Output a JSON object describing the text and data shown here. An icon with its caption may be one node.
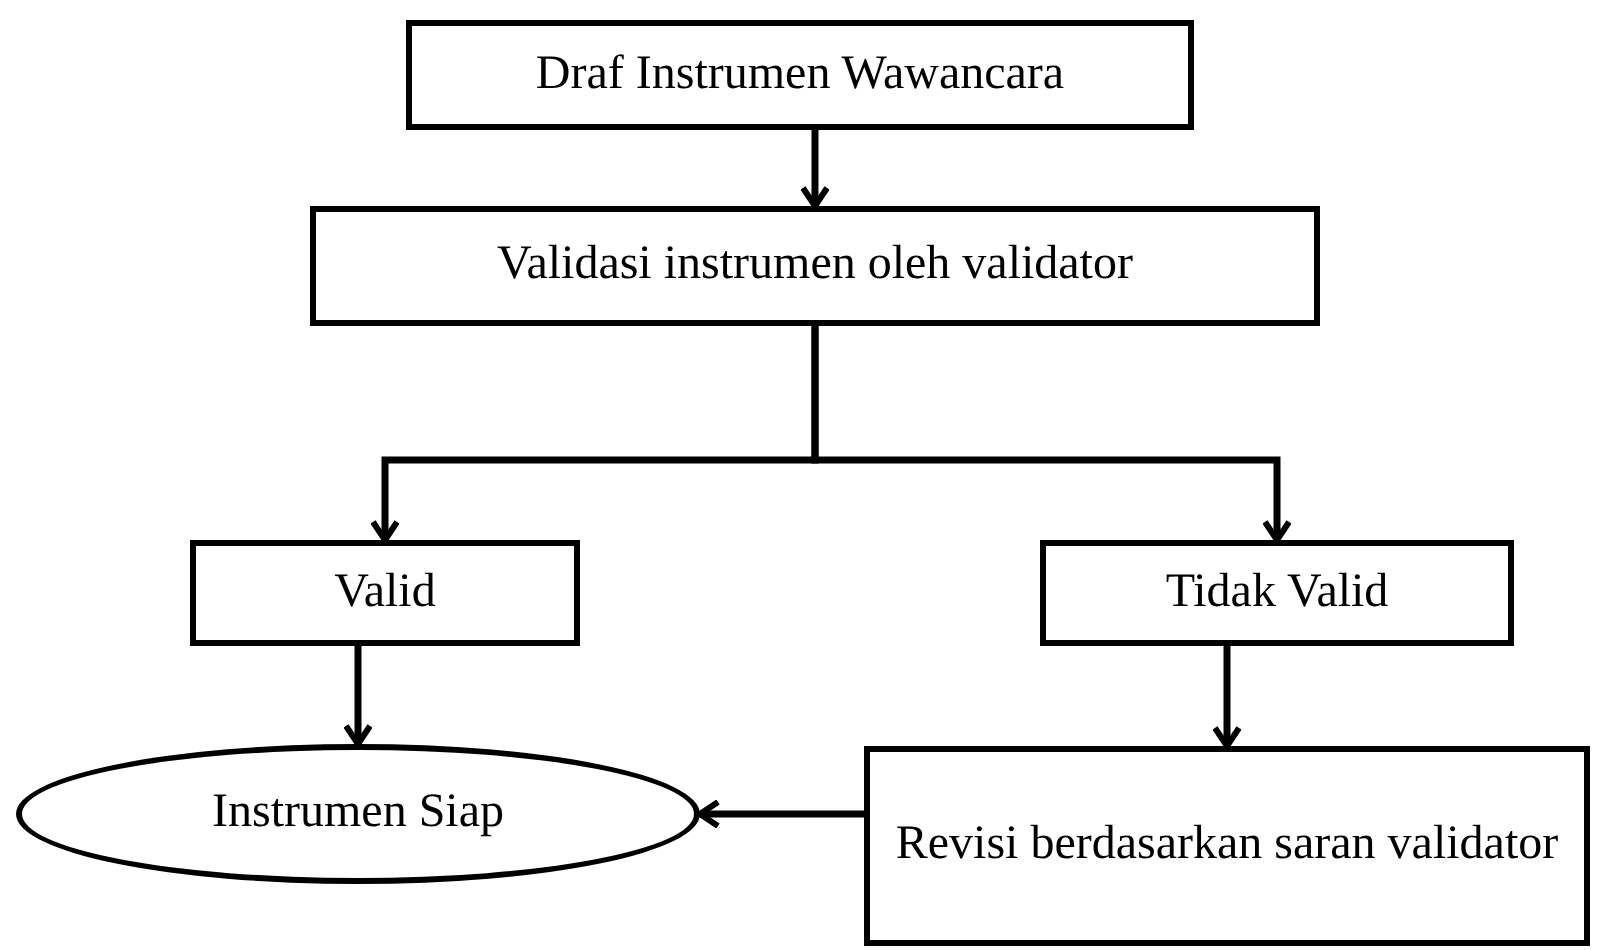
{
  "diagram": {
    "nodes": [
      {
        "text": [
          "Draf Instrumen Wawancara"
        ]
      },
      {
        "text": [
          "Validasi instrumen oleh validator"
        ]
      },
      {
        "text": [
          "Valid"
        ]
      },
      {
        "text": [
          "Tidak Valid"
        ]
      },
      {
        "text": [
          "Instrumen Siap"
        ]
      },
      {
        "text": [
          "Revisi berdasarkan saran validator"
        ]
      }
    ],
    "edges": [
      {
        "from": 0,
        "to": 1,
        "arrow": "to"
      },
      {
        "from": 1,
        "to": 2,
        "arrow": "to"
      },
      {
        "from": 1,
        "to": 3,
        "arrow": "to"
      },
      {
        "from": 2,
        "to": 4,
        "arrow": "to"
      },
      {
        "from": 3,
        "to": 5,
        "arrow": "to"
      },
      {
        "from": 5,
        "to": 4,
        "arrow": "to"
      }
    ]
  }
}
